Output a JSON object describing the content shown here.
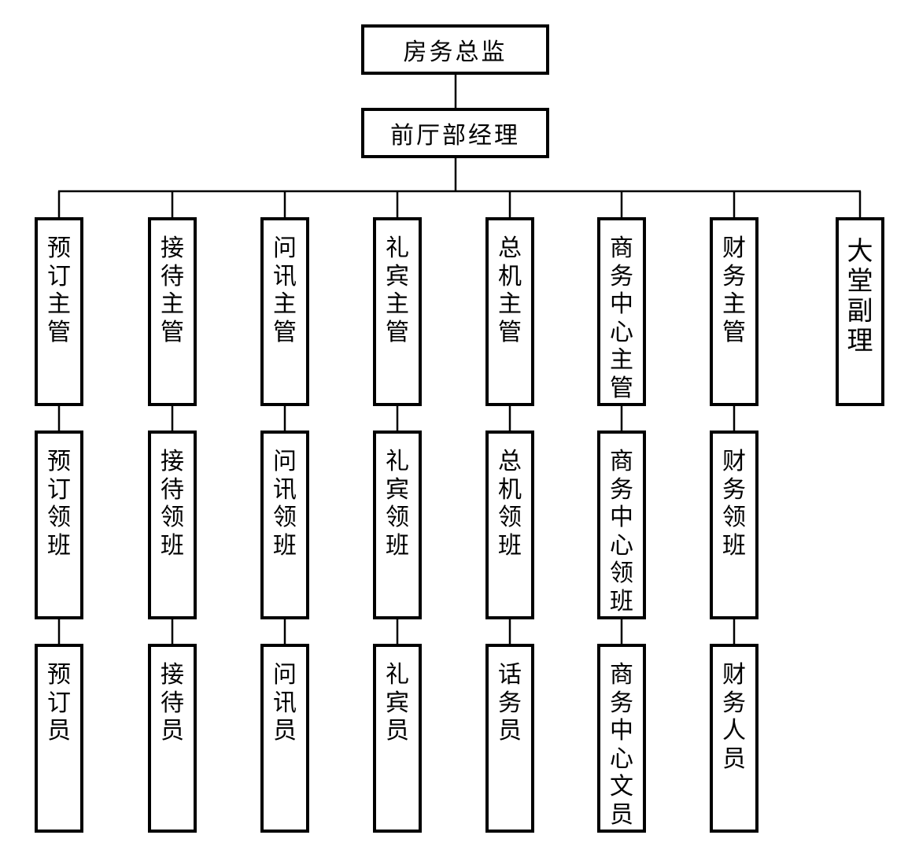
{
  "top": {
    "director": "房务总监",
    "manager": "前厅部经理"
  },
  "columns": [
    {
      "supervisor": "预订主管",
      "leader": "预订领班",
      "staff": "预订员"
    },
    {
      "supervisor": "接待主管",
      "leader": "接待领班",
      "staff": "接待员"
    },
    {
      "supervisor": "问讯主管",
      "leader": "问讯领班",
      "staff": "问讯员"
    },
    {
      "supervisor": "礼宾主管",
      "leader": "礼宾领班",
      "staff": "礼宾员"
    },
    {
      "supervisor": "总机主管",
      "leader": "总机领班",
      "staff": "话务员"
    },
    {
      "supervisor": "商务中心主管",
      "leader": "商务中心领班",
      "staff": "商务中心文员"
    },
    {
      "supervisor": "财务主管",
      "leader": "财务领班",
      "staff": "财务人员"
    },
    {
      "supervisor": "大堂副理"
    }
  ]
}
